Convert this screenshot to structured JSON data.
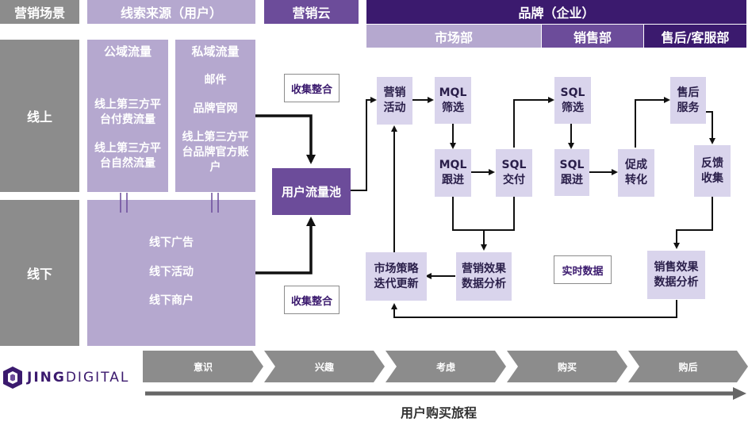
{
  "header": {
    "scene": "营销场景",
    "source": "线索来源（用户）",
    "cloud": "营销云",
    "brand": "品牌（企业）",
    "market": "市场部",
    "sales": "销售部",
    "service": "售后/客服部"
  },
  "sides": {
    "online": "线上",
    "offline": "线下"
  },
  "public": {
    "title": "公域流量",
    "item1": "线上第三方平台付费流量",
    "item2": "线上第三方平台自然流量"
  },
  "private": {
    "title": "私域流量",
    "item1": "邮件",
    "item2": "品牌官网",
    "item3": "线上第三方平台品牌官方账户"
  },
  "offline": {
    "item1": "线下广告",
    "item2": "线下活动",
    "item3": "线下商户"
  },
  "collect_top": "收集整合",
  "collect_bottom": "收集整合",
  "pool": "用户流量池",
  "nodes": {
    "marketing_activity": "营销\n活动",
    "mql_filter": "MQL\n筛选",
    "mql_follow": "MQL\n跟进",
    "sql_deliver": "SQL\n交付",
    "sql_filter": "SQL\n筛选",
    "sql_follow": "SQL\n跟进",
    "promote": "促成\n转化",
    "after_sales": "售后\n服务",
    "feedback": "反馈\n收集",
    "strategy": "市场策略\n迭代更新",
    "mkt_analysis": "营销效果\n数据分析",
    "realtime": "实时数据",
    "sales_analysis": "销售效果\n数据分析"
  },
  "stages": [
    "意识",
    "兴趣",
    "考虑",
    "购买",
    "购后"
  ],
  "logo": {
    "bold": "JING",
    "light": "DIGITAL"
  },
  "journey": "用户购买旅程",
  "colors": {
    "gray": "#8c8c8c",
    "light_violet": "#b5a8cf",
    "mid_violet": "#6c4c9a",
    "dark_violet": "#3b1a6e",
    "node_fill": "#d9d4ec"
  }
}
